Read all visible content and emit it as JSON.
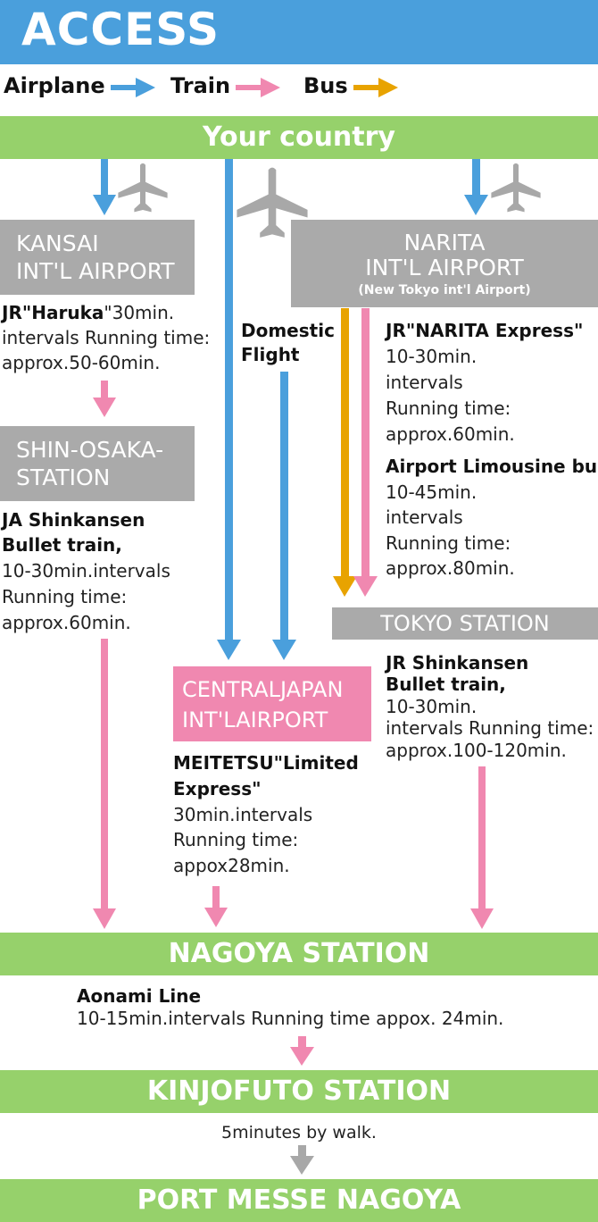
{
  "header": {
    "title": "ACCESS"
  },
  "legend": {
    "airplane": "Airplane",
    "train": "Train",
    "bus": "Bus"
  },
  "colors": {
    "header": "#4a9fdc",
    "airplane_arrow": "#4a9fdc",
    "train_arrow": "#f088b0",
    "bus_arrow": "#e8a300",
    "bar": "#96d16b",
    "box": "#aaaaaa",
    "airport_box": "#f088b0"
  },
  "your_country": "Your country",
  "kansai": {
    "line1": "KANSAI",
    "line2": "INT'L AIRPORT",
    "route_name": "JR\"Haruka",
    "route_rest": "\"30min.",
    "line_b": "intervals Running time:",
    "line_c": "approx.50-60min."
  },
  "shin_osaka": {
    "line1": "SHIN-OSAKA-",
    "line2": "STATION",
    "route1": "JA Shinkansen",
    "route2": "Bullet train,",
    "line_a": "10-30min.intervals",
    "line_b": "Running time:",
    "line_c": "approx.60min."
  },
  "domestic": {
    "line1": "Domestic",
    "line2": "Flight"
  },
  "narita": {
    "line1": "NARITA",
    "line2": "INT'L AIRPORT",
    "line3": "(New Tokyo int'l Airport)",
    "route1": "JR\"NARITA Express\"",
    "r1a": "10-30min.",
    "r1b": "intervals",
    "r1c": "Running time:",
    "r1d": "approx.60min.",
    "route2": "Airport Limousine bus",
    "r2a": "10-45min.",
    "r2b": "intervals",
    "r2c": "Running time:",
    "r2d": "approx.80min."
  },
  "tokyo": {
    "label": "TOKYO STATION",
    "route1": "JR Shinkansen",
    "route2": "Bullet train,",
    "a": "10-30min.",
    "b": "intervals Running time:",
    "c": "approx.100-120min."
  },
  "central": {
    "line1": "CENTRALJAPAN",
    "line2": "INT'LAIRPORT",
    "route1": "MEITETSU\"Limited",
    "route2": "Express\"",
    "a": "30min.intervals",
    "b": "Running time:",
    "c": "appox28min."
  },
  "nagoya": {
    "label": "NAGOYA STATION",
    "route": "Aonami Line",
    "detail": "10-15min.intervals Running time appox. 24min."
  },
  "kinjofuto": {
    "label": "KINJOFUTO STATION",
    "detail": "5minutes by walk."
  },
  "port": {
    "label": "PORT MESSE NAGOYA"
  }
}
